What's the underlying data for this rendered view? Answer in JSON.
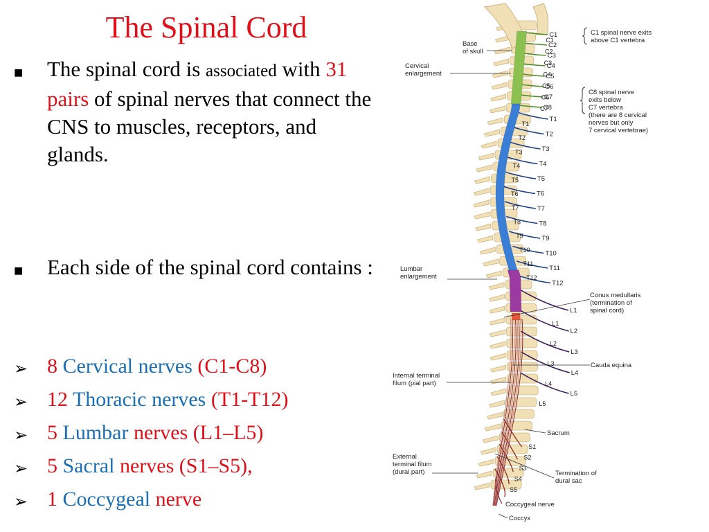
{
  "title": "The Spinal Cord",
  "bullets": [
    {
      "parts": [
        "The spinal cord is ",
        "associated",
        " with ",
        "31 pairs",
        " of spinal nerves that connect the CNS to muscles, receptors, and glands."
      ]
    },
    {
      "text": "Each side of the spinal cord contains :"
    }
  ],
  "nerves": [
    {
      "count": "8",
      "name": "Cervical nerves",
      "range": "(C1-C8)"
    },
    {
      "count": "12",
      "name": "Thoracic nerves",
      "range": "(T1-T12)"
    },
    {
      "count": "5",
      "name": "Lumbar",
      "range": "nerves (L1–L5)"
    },
    {
      "count": "5",
      "name": "Sacral",
      "range": "nerves (S1–S5),"
    },
    {
      "count": "1",
      "name": "Coccygeal",
      "range": "nerve"
    }
  ],
  "figure": {
    "labels": {
      "base_of_skull": [
        "Base",
        "of skull"
      ],
      "cervical_enlargement": [
        "Cervical",
        "enlargement"
      ],
      "lumbar_enlargement": [
        "Lumbar",
        "enlargement"
      ],
      "internal_filum": [
        "Internal terminal",
        "filum (pial part)"
      ],
      "external_filum": [
        "External",
        "terminal filum",
        "(dural part)"
      ],
      "c1_note": [
        "C1 spinal nerve exits",
        "above C1 vertebra"
      ],
      "c8_note": [
        "C8 spinal nerve",
        "exits below",
        "C7 vertebra",
        "(there are 8 cervical",
        "nerves but only",
        "7 cervical vertebrae)"
      ],
      "conus": [
        "Conus medullaris",
        "(termination of",
        "spinal cord)"
      ],
      "cauda": "Cauda equina",
      "sacrum": "Sacrum",
      "dural_sac": [
        "Termination of",
        "dural sac"
      ],
      "coccygeal_nerve": "Coccygeal nerve",
      "coccyx": "Coccyx"
    },
    "vertebra_labels": [
      "C1",
      "C2",
      "C3",
      "C4",
      "C5",
      "C6",
      "C7",
      "T1",
      "T2",
      "T3",
      "T4",
      "T5",
      "T6",
      "T7",
      "T8",
      "T9",
      "T10",
      "T11",
      "T12",
      "L1",
      "L2",
      "L3",
      "L4",
      "L5",
      "S1",
      "S2",
      "S3",
      "S4",
      "S5"
    ],
    "nerve_labels": [
      "C1",
      "C2",
      "C3",
      "C4",
      "C5",
      "C6",
      "C7",
      "C8",
      "T1",
      "T2",
      "T3",
      "T4",
      "T5",
      "T6",
      "T7",
      "T8",
      "T9",
      "T10",
      "T11",
      "T12",
      "L1",
      "L2",
      "L3",
      "L4",
      "L5"
    ],
    "colors": {
      "cervical": "#8cc152",
      "thoracic": "#3a7fd5",
      "lumbar": "#9b3aa0",
      "sacral": "#e8573a",
      "bone": "#f1dfb6",
      "bone_edge": "#cfb680",
      "nerve_cervical": "#4f8f2a",
      "nerve_thoracic": "#1d3f8a",
      "nerve_lumbar": "#3a1f5a",
      "nerve_sacral": "#8b2c2c"
    }
  }
}
